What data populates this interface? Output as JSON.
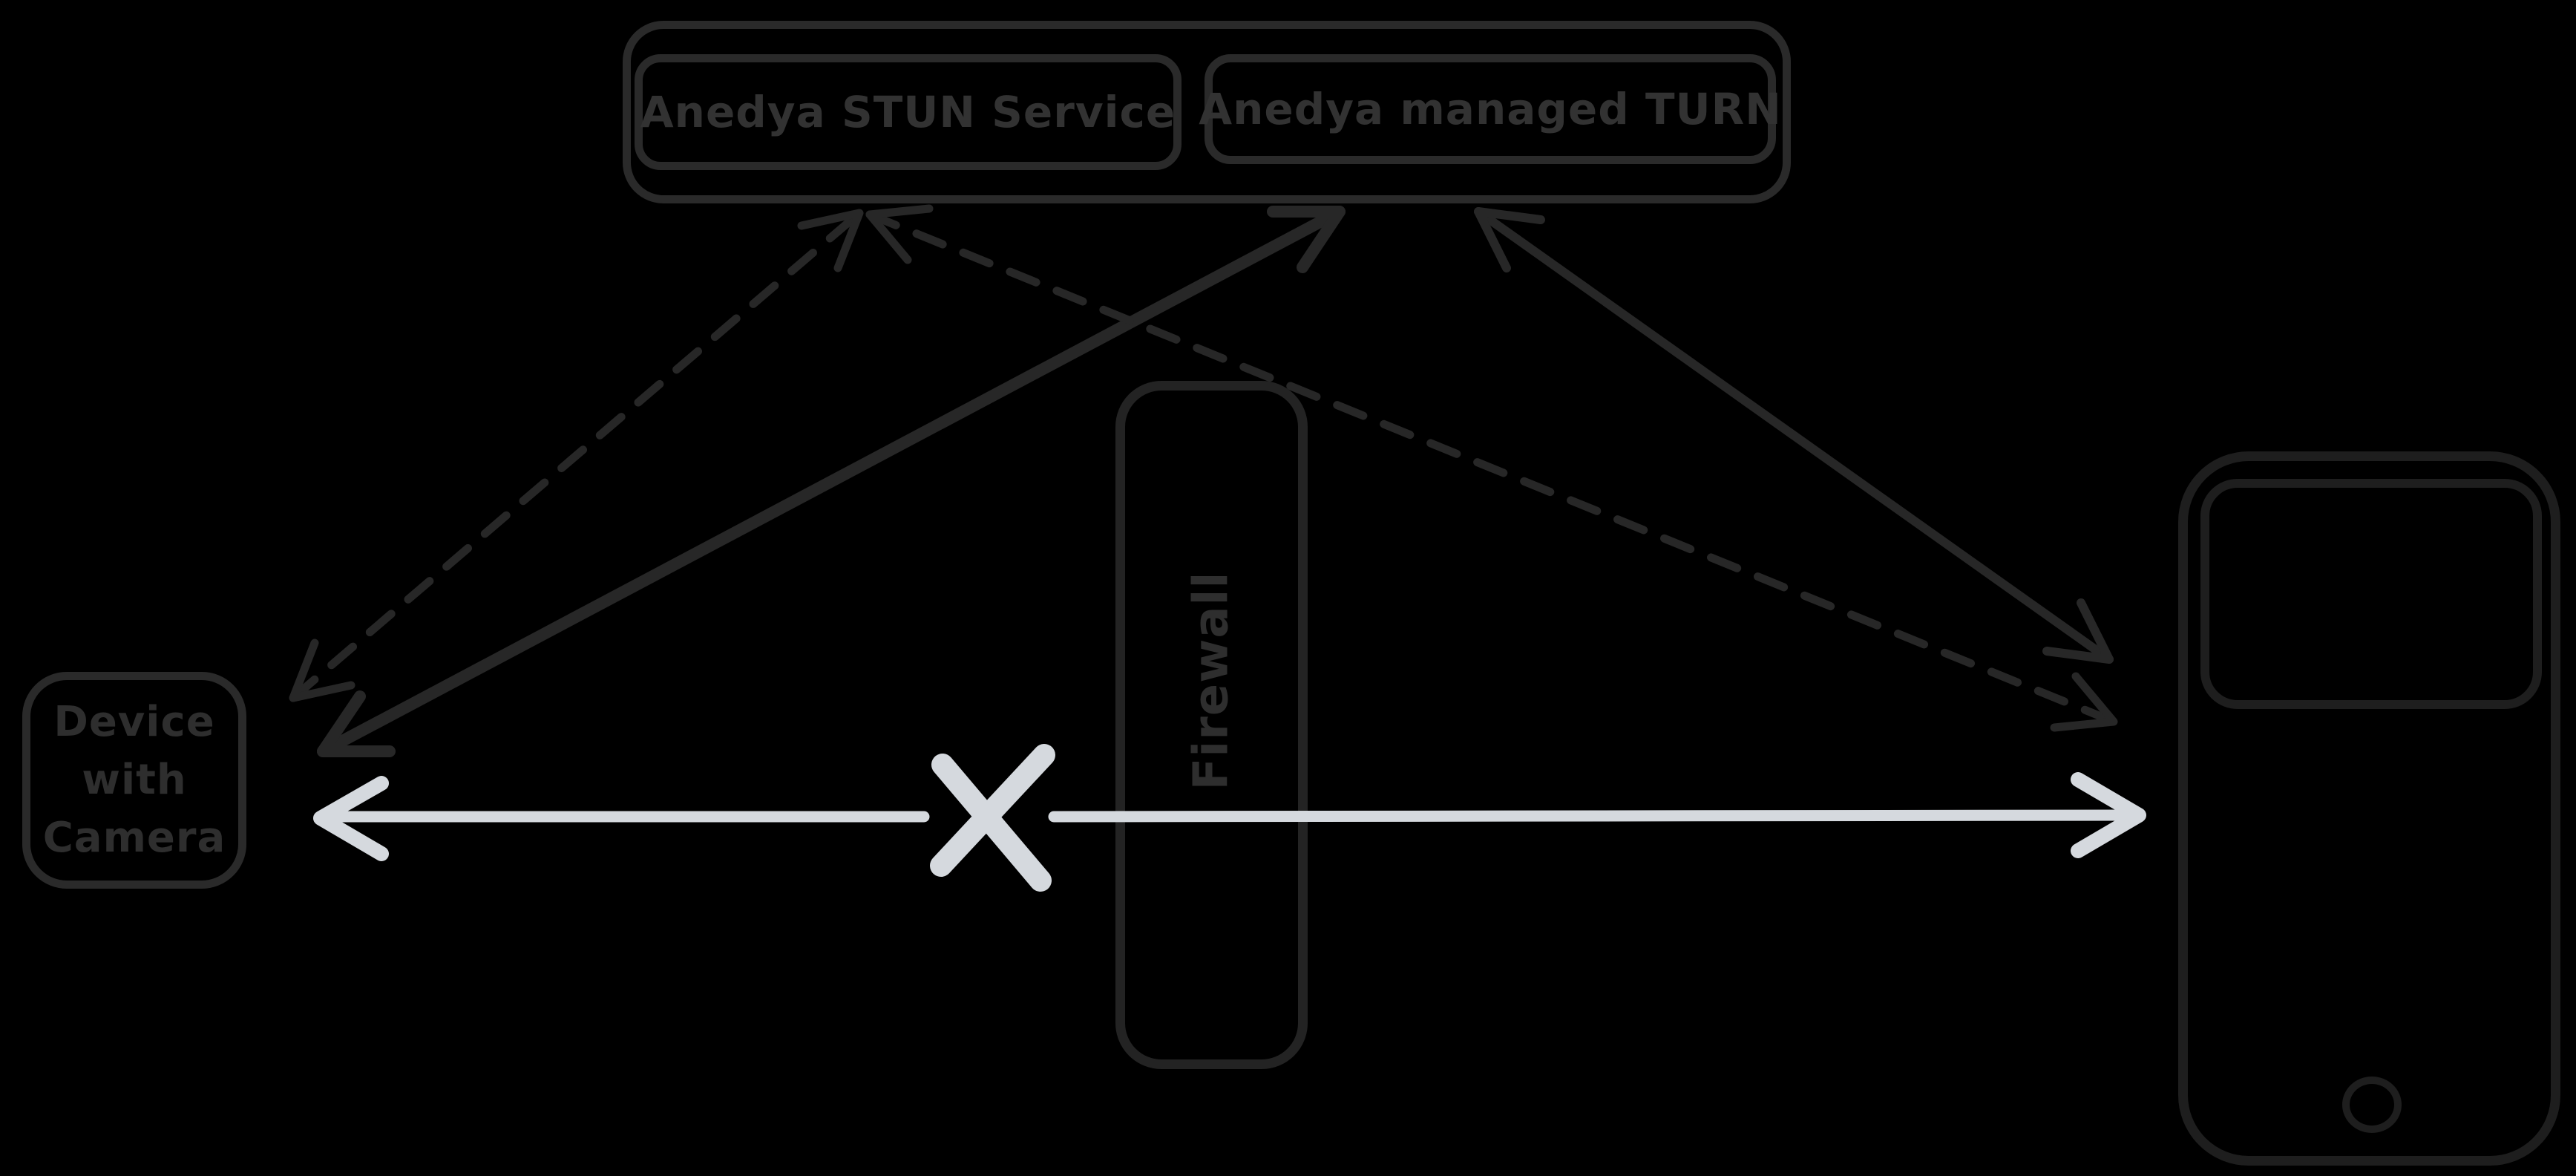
{
  "diagram": {
    "title_hint": "WebRTC NAT traversal diagram",
    "services_group": {
      "stun_label": "Anedya STUN Service",
      "turn_label": "Anedya managed TURN"
    },
    "firewall": {
      "label": "Firewall"
    },
    "device": {
      "lines": [
        "Device",
        "with",
        "Camera"
      ]
    },
    "phone": {
      "label": ""
    },
    "icons": {
      "blocked_x": "✕"
    },
    "colors": {
      "background": "#000000",
      "box_stroke": "#2a2a2a",
      "phone_stroke": "#1e1e1e",
      "dark_arrow": "#272727",
      "blocked_path_light": "#d5d9de",
      "label_text": "#2e2e2e"
    }
  }
}
